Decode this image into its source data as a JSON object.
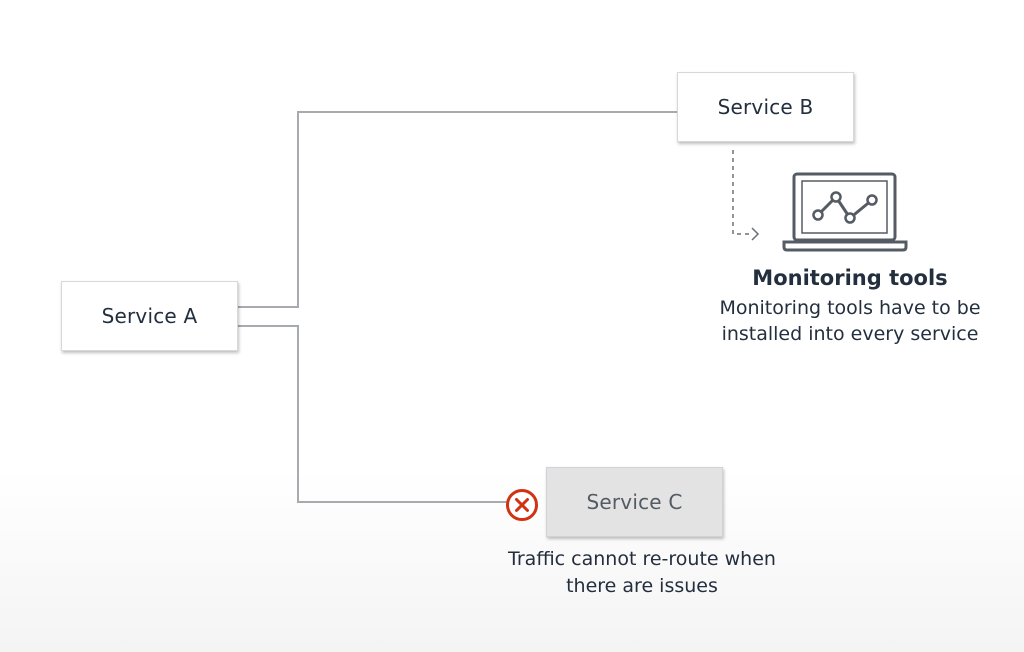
{
  "services": {
    "a": {
      "label": "Service A"
    },
    "b": {
      "label": "Service B"
    },
    "c": {
      "label": "Service C"
    }
  },
  "monitoring": {
    "title": "Monitoring tools",
    "description": "Monitoring tools have to be installed into every service"
  },
  "traffic_note": "Traffic cannot re-route when there are issues",
  "icons": {
    "monitor": "laptop-chart-icon",
    "error": "error-x-circle-icon"
  },
  "colors": {
    "line": "#a7abb0",
    "dashed": "#687078",
    "error": "#d13212",
    "box_border": "#d5d8dc",
    "failed_box_fill": "#e3e3e3",
    "text": "#232f3e"
  }
}
